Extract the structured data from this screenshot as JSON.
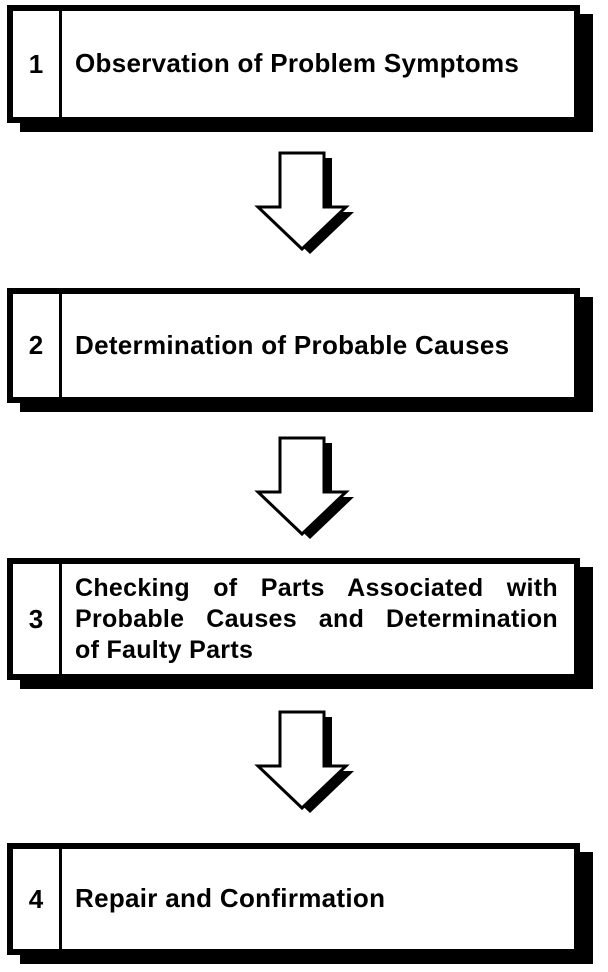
{
  "flowchart": {
    "colors": {
      "ink": "#000000",
      "paper": "#ffffff"
    },
    "steps": [
      {
        "number": "1",
        "label": "Observation of Problem Symptoms"
      },
      {
        "number": "2",
        "label": "Determination of Probable Causes"
      },
      {
        "number": "3",
        "label": "Checking of Parts Associated with Probable Causes and Determination of Faulty Parts",
        "lines": [
          "Checking of Parts Associated with",
          "Probable Causes and Determination",
          "of Faulty Parts"
        ]
      },
      {
        "number": "4",
        "label": "Repair and Confirmation"
      }
    ],
    "connectors": [
      {
        "icon": "down-arrow"
      },
      {
        "icon": "down-arrow"
      },
      {
        "icon": "down-arrow"
      }
    ]
  }
}
